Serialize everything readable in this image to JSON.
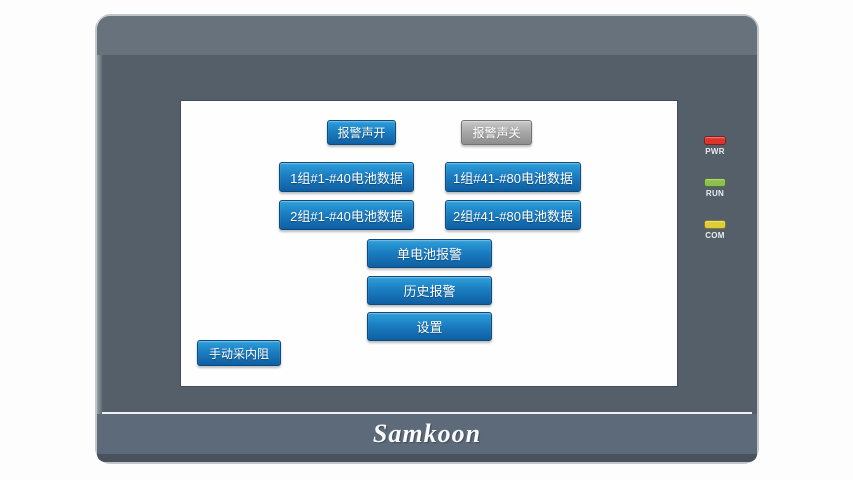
{
  "brand": {
    "logo": "Samkoon"
  },
  "leds": [
    {
      "label": "PWR",
      "color": "#dd332b"
    },
    {
      "label": "RUN",
      "color": "#8bbf50"
    },
    {
      "label": "COM",
      "color": "#ddce39"
    }
  ],
  "screen": {
    "alarm_on": "报警声开",
    "alarm_off": "报警声关",
    "group1_1_40": "1组#1-#40电池数据",
    "group1_41_80": "1组#41-#80电池数据",
    "group2_1_40": "2组#1-#40电池数据",
    "group2_41_80": "2组#41-#80电池数据",
    "single_battery_alarm": "单电池报警",
    "history_alarm": "历史报警",
    "settings": "设置",
    "manual_internal_resistance": "手动采内阻"
  },
  "colors": {
    "button_blue_top": "#2fa0da",
    "button_blue_bottom": "#0f5fa2",
    "button_gray": "#a9a9a9",
    "bezel": "#545f6a",
    "bezel_top_band": "#68727d",
    "logo_band": "#5d6a79",
    "screen_background": "#fefefe"
  }
}
